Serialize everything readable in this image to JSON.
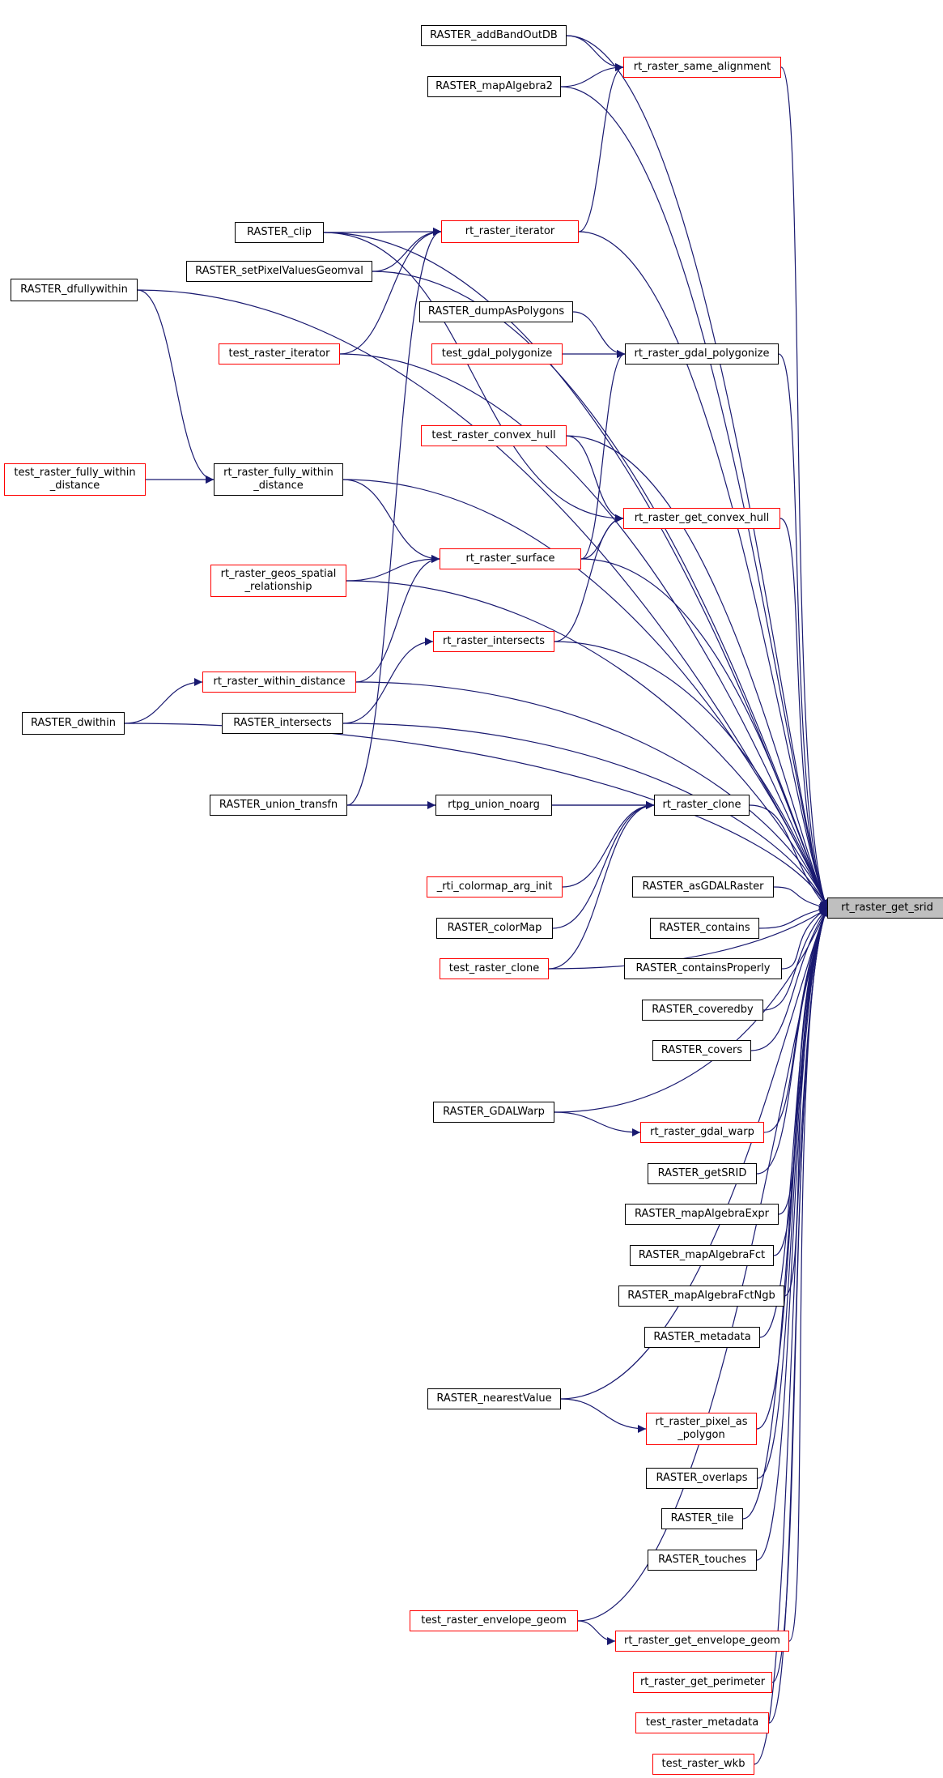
{
  "graph": {
    "edge_color": "#191970",
    "node_border_black": "#000000",
    "node_border_red": "#ff0000",
    "target_fill": "#bfbfbf",
    "target": "rt_raster_get_srid",
    "nodes": {
      "target": "rt_raster_get_srid",
      "addBandOutDB": "RASTER_addBandOutDB",
      "same_alignment": "rt_raster_same_alignment",
      "mapAlgebra2": "RASTER_mapAlgebra2",
      "clip": "RASTER_clip",
      "iterator": "rt_raster_iterator",
      "setPixelValuesGeomval": "RASTER_setPixelValuesGeomval",
      "dfullywithin": "RASTER_dfullywithin",
      "dumpAsPolygons": "RASTER_dumpAsPolygons",
      "test_gdal_polygonize": "test_gdal_polygonize",
      "gdal_polygonize": "rt_raster_gdal_polygonize",
      "test_raster_iterator": "test_raster_iterator",
      "test_convex_hull": "test_raster_convex_hull",
      "test_fully_within": "test_raster_fully_within\n_distance",
      "fully_within": "rt_raster_fully_within\n_distance",
      "get_convex_hull": "rt_raster_get_convex_hull",
      "surface": "rt_raster_surface",
      "geos_spatial": "rt_raster_geos_spatial\n_relationship",
      "intersects": "rt_raster_intersects",
      "within_distance": "rt_raster_within_distance",
      "dwithin": "RASTER_dwithin",
      "RASTER_intersects": "RASTER_intersects",
      "union_transfn": "RASTER_union_transfn",
      "union_noarg": "rtpg_union_noarg",
      "clone": "rt_raster_clone",
      "colormap_arg_init": "_rti_colormap_arg_init",
      "asGDALRaster": "RASTER_asGDALRaster",
      "contains": "RASTER_contains",
      "colorMap": "RASTER_colorMap",
      "containsProperly": "RASTER_containsProperly",
      "test_raster_clone": "test_raster_clone",
      "coveredby": "RASTER_coveredby",
      "covers": "RASTER_covers",
      "GDALWarp": "RASTER_GDALWarp",
      "gdal_warp": "rt_raster_gdal_warp",
      "getSRID": "RASTER_getSRID",
      "mapAlgebraExpr": "RASTER_mapAlgebraExpr",
      "mapAlgebraFct": "RASTER_mapAlgebraFct",
      "mapAlgebraFctNgb": "RASTER_mapAlgebraFctNgb",
      "metadata": "RASTER_metadata",
      "nearestValue": "RASTER_nearestValue",
      "pixel_as_polygon": "rt_raster_pixel_as\n_polygon",
      "overlaps": "RASTER_overlaps",
      "tile": "RASTER_tile",
      "touches": "RASTER_touches",
      "test_envelope_geom": "test_raster_envelope_geom",
      "get_envelope_geom": "rt_raster_get_envelope_geom",
      "get_perimeter": "rt_raster_get_perimeter",
      "test_raster_metadata": "test_raster_metadata",
      "test_raster_wkb": "test_raster_wkb"
    }
  }
}
